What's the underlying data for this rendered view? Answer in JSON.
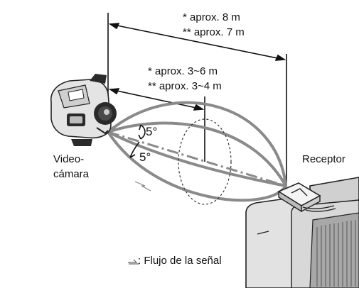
{
  "distances": {
    "long": {
      "line1": "*   aprox. 8 m",
      "line2": "** aprox. 7 m"
    },
    "short": {
      "line1": "*   aprox. 3~6 m",
      "line2": "** aprox. 3~4 m"
    }
  },
  "angles": {
    "upper": "5°",
    "lower": "5°"
  },
  "labels": {
    "camera_line1": "Video-",
    "camera_line2": "cámara",
    "receiver": "Receptor"
  },
  "legend": {
    "text": ": Flujo de la señal"
  },
  "colors": {
    "beam": "#8a8a8a",
    "line": "#111111",
    "device_fill": "#e4e4e4",
    "device_dark": "#2a2a2a"
  }
}
